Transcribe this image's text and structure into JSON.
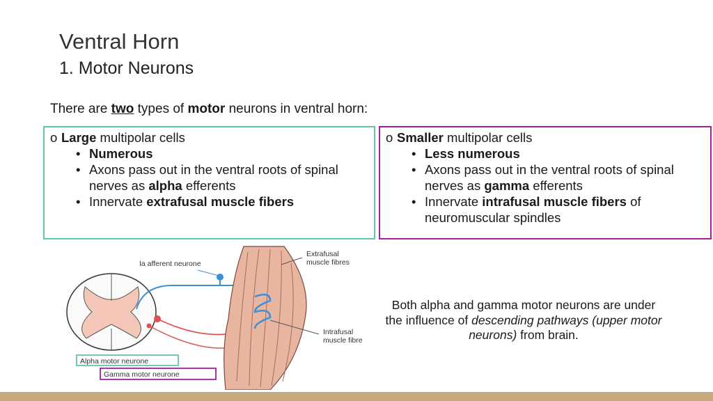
{
  "slide": {
    "title": "Ventral Horn",
    "subtitle": "1. Motor Neurons",
    "intro": {
      "p1": "There are ",
      "b1": "two",
      "p2": " types of ",
      "b2": "motor",
      "p3": " neurons in ventral horn:"
    },
    "left_box": {
      "head_bold": "Large",
      "head_rest": " multipolar cells",
      "b1": "Numerous",
      "b2_text": "Axons pass out in the ventral roots of spinal nerves as ",
      "b2_bold": "alpha",
      "b2_rest": " efferents",
      "b3_text": "Innervate ",
      "b3_bold": "extrafusal muscle fibers"
    },
    "right_box": {
      "head_bold": "Smaller",
      "head_rest": " multipolar cells",
      "b1": "Less numerous",
      "b2_text": "Axons pass out in the ventral roots of spinal nerves as ",
      "b2_bold": "gamma",
      "b2_rest": " efferents",
      "b3_text": "Innervate ",
      "b3_bold": "intrafusal muscle fibers",
      "b3_rest": " of neuromuscular spindles"
    },
    "note": {
      "p1": "Both alpha and gamma motor neurons are under the influence of ",
      "i1": "descending pathways (upper motor neurons)",
      "p2": " from brain."
    },
    "figure_labels": {
      "afferent": "Ia afferent neurone",
      "extrafusal": [
        "Extrafusal",
        "muscle fibres"
      ],
      "intrafusal": [
        "Intrafusal",
        "muscle fibre"
      ],
      "alpha": "Alpha motor neurone",
      "gamma": "Gamma motor neurone"
    },
    "colors": {
      "left_border": "#5fc6a9",
      "right_border": "#a01fa0",
      "bar": "#c8a97e"
    }
  }
}
